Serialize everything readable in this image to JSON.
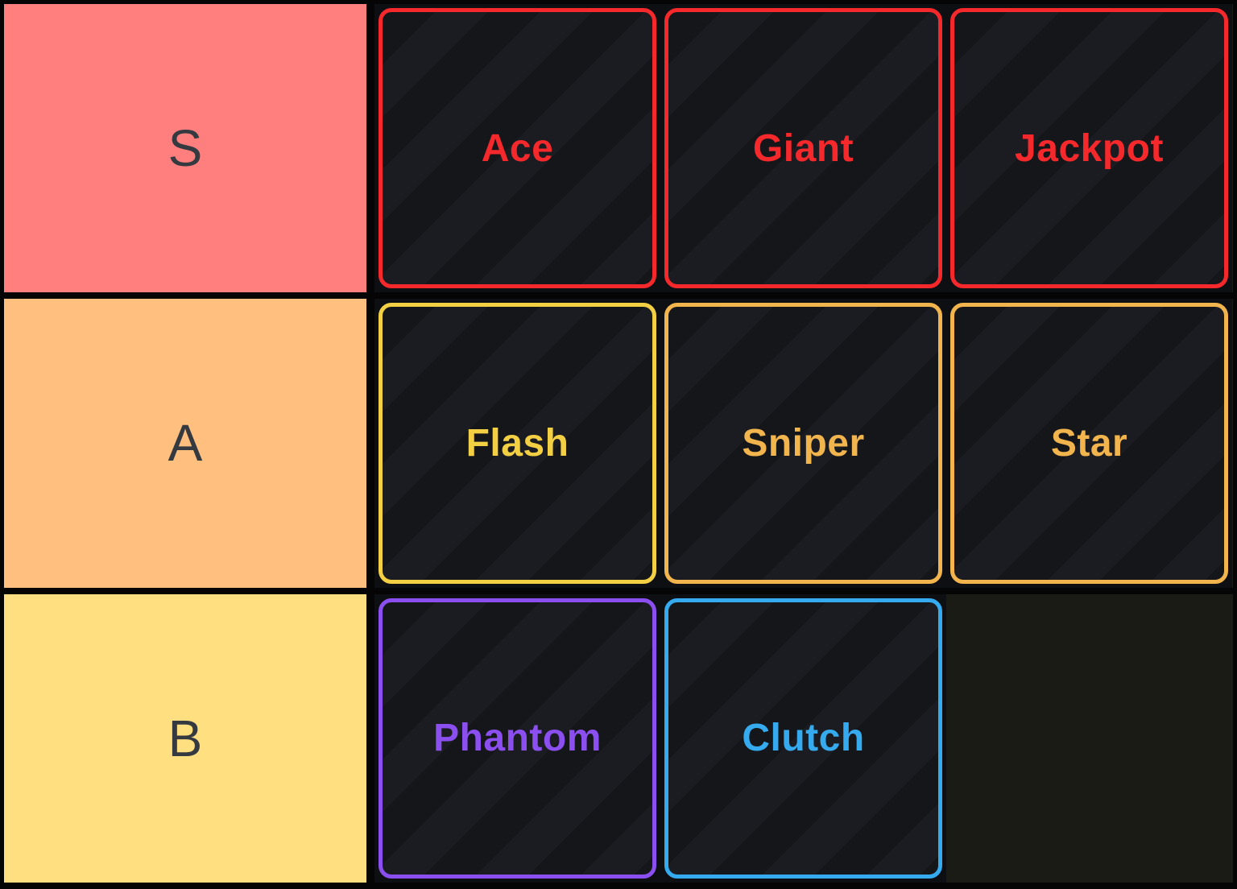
{
  "board": {
    "palette": {
      "frame": "#050505",
      "row_background": "#1a1b15",
      "tile_background": "#0e0f12",
      "stripe_dark": "#15161a",
      "stripe_light": "#1b1c21",
      "label_text": "#343a40"
    },
    "rows": [
      {
        "label": "S",
        "label_bg": "#ff7f7e",
        "items": [
          {
            "name": "Ace",
            "color": "#f5282c"
          },
          {
            "name": "Giant",
            "color": "#f5282c"
          },
          {
            "name": "Jackpot",
            "color": "#f5282c"
          }
        ]
      },
      {
        "label": "A",
        "label_bg": "#ffbf7f",
        "items": [
          {
            "name": "Flash",
            "color": "#f3cf44"
          },
          {
            "name": "Sniper",
            "color": "#f2b44d"
          },
          {
            "name": "Star",
            "color": "#f2b44d"
          }
        ]
      },
      {
        "label": "B",
        "label_bg": "#ffdf80",
        "items": [
          {
            "name": "Phantom",
            "color": "#8b4ff0"
          },
          {
            "name": "Clutch",
            "color": "#35aaee"
          }
        ]
      }
    ]
  }
}
